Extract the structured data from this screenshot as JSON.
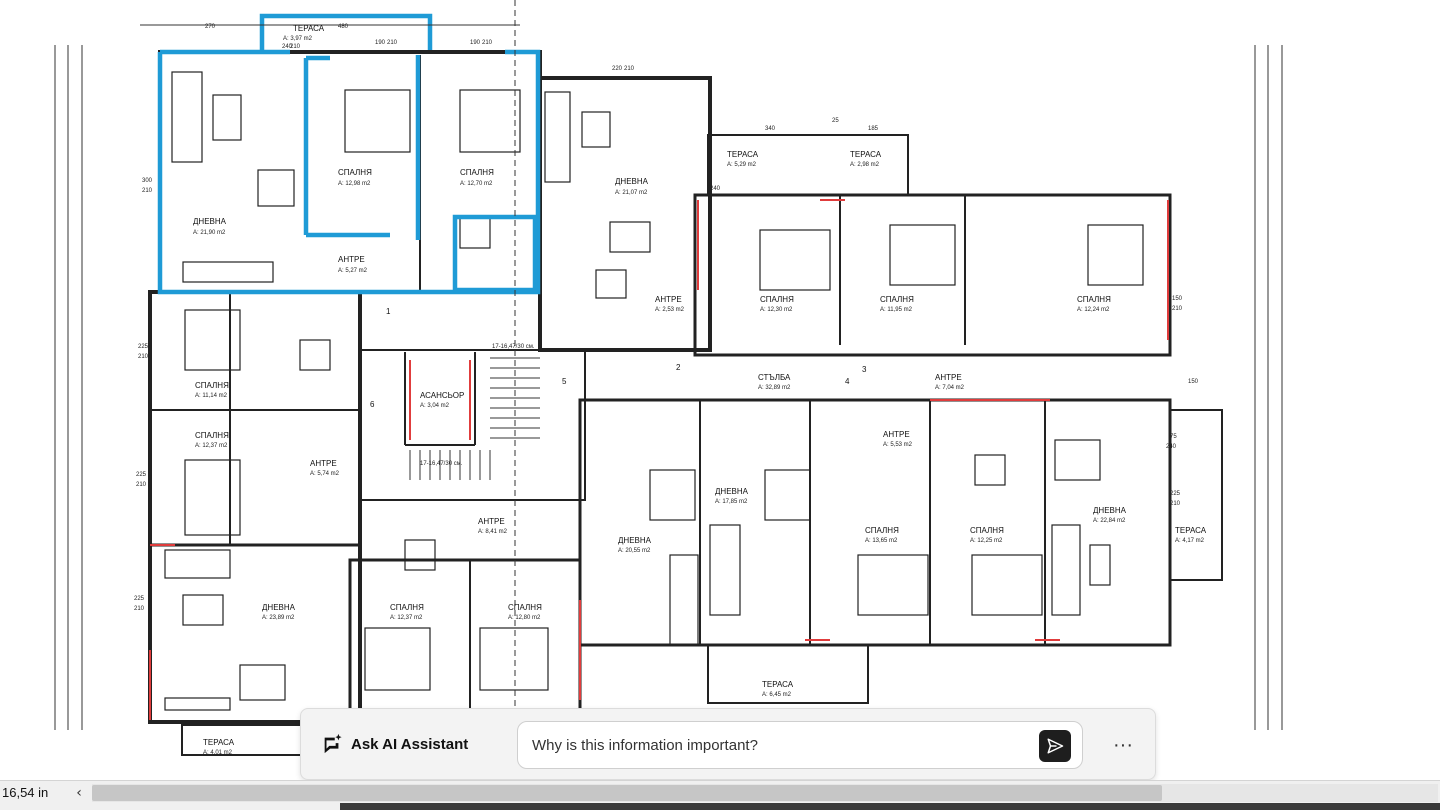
{
  "rooms": [
    {
      "name": "ТЕРАСА",
      "area": "A: 3,97 m2"
    },
    {
      "name": "ДНЕВНА",
      "area": "A: 21,90 m2"
    },
    {
      "name": "СПАЛНЯ",
      "area": "A: 12,98 m2"
    },
    {
      "name": "СПАЛНЯ",
      "area": "A: 12,70 m2"
    },
    {
      "name": "АНТРЕ",
      "area": "A: 5,27 m2"
    },
    {
      "name": "ДНЕВНА",
      "area": "A: 21,07 m2"
    },
    {
      "name": "ТЕРАСА",
      "area": "A: 5,29 m2"
    },
    {
      "name": "ТЕРАСА",
      "area": "A: 2,98 m2"
    },
    {
      "name": "АНТРЕ",
      "area": "A: 2,53 m2"
    },
    {
      "name": "СПАЛНЯ",
      "area": "A: 12,30 m2"
    },
    {
      "name": "СПАЛНЯ",
      "area": "A: 11,95 m2"
    },
    {
      "name": "СПАЛНЯ",
      "area": "A: 12,24 m2"
    },
    {
      "name": "СПАЛНЯ",
      "area": "A: 11,14 m2"
    },
    {
      "name": "АСАНСЬОР",
      "area": "A: 3,04 m2"
    },
    {
      "name": "СТЪЛБА",
      "area": "A: 32,89 m2"
    },
    {
      "name": "АНТРЕ",
      "area": "A: 7,04 m2"
    },
    {
      "name": "СПАЛНЯ",
      "area": "A: 12,37 m2"
    },
    {
      "name": "АНТРЕ",
      "area": "A: 5,74 m2"
    },
    {
      "name": "АНТРЕ",
      "area": "A: 5,53 m2"
    },
    {
      "name": "ДНЕВНА",
      "area": "A: 17,85 m2"
    },
    {
      "name": "АНТРЕ",
      "area": "A: 8,41 m2"
    },
    {
      "name": "ДНЕВНА",
      "area": "A: 20,55 m2"
    },
    {
      "name": "СПАЛНЯ",
      "area": "A: 13,65 m2"
    },
    {
      "name": "СПАЛНЯ",
      "area": "A: 12,25 m2"
    },
    {
      "name": "ДНЕВНА",
      "area": "A: 22,84 m2"
    },
    {
      "name": "ТЕРАСА",
      "area": "A: 4,17 m2"
    },
    {
      "name": "ДНЕВНА",
      "area": "A: 23,89 m2"
    },
    {
      "name": "СПАЛНЯ",
      "area": "A: 12,37 m2"
    },
    {
      "name": "СПАЛНЯ",
      "area": "A: 12,80 m2"
    },
    {
      "name": "ТЕРАСА",
      "area": "A: 6,45 m2"
    },
    {
      "name": "ТЕРАСА",
      "area": "A: 4,01 m2"
    }
  ],
  "stair_notes": [
    "17-16,47/30 см.",
    "17-16,47/30 см."
  ],
  "unit_numbers": [
    "1",
    "2",
    "3",
    "4",
    "5",
    "6"
  ],
  "dimensions": {
    "top": [
      "270",
      "480",
      "240",
      "210",
      "190",
      "210",
      "190",
      "210",
      "220",
      "210",
      "340",
      "25",
      "185"
    ],
    "left": [
      "300",
      "210",
      "225",
      "210",
      "225",
      "210",
      "225",
      "210"
    ],
    "right": [
      "75",
      "240",
      "150",
      "210",
      "225",
      "210",
      "150",
      "240"
    ]
  },
  "assistant": {
    "title": "Ask AI Assistant",
    "input_value": "Why is this information important?",
    "send_icon": "send-icon",
    "more_label": "···"
  },
  "status": {
    "zoom": "16,54 in",
    "scroll_left": "‹"
  },
  "colors": {
    "highlight": "#1f9bd6",
    "wall": "#222222",
    "accent_red": "#e03c3c"
  }
}
